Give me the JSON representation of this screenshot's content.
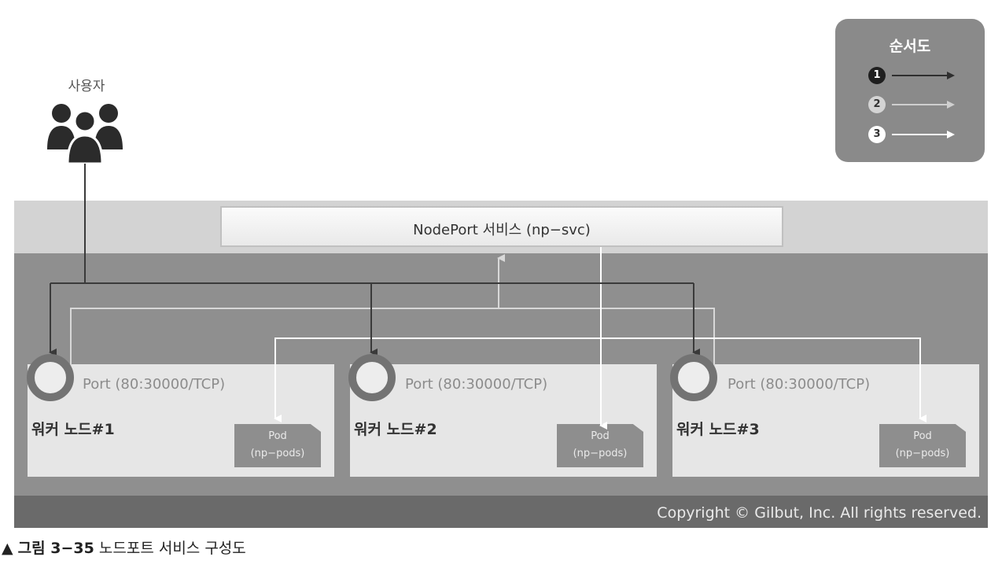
{
  "user": {
    "label": "사용자",
    "icon": "users-icon"
  },
  "legend": {
    "title": "순서도",
    "items": [
      {
        "number": "1",
        "color": "#2f2f2f"
      },
      {
        "number": "2",
        "color": "#cfcfcf"
      },
      {
        "number": "3",
        "color": "#ffffff"
      }
    ]
  },
  "service": {
    "label": "NodePort 서비스 (np−svc)"
  },
  "nodes": [
    {
      "port_label": "Port (80:30000/TCP)",
      "name": "워커 노드#1",
      "pod_label": "Pod",
      "pod_sub": "(np−pods)"
    },
    {
      "port_label": "Port (80:30000/TCP)",
      "name": "워커 노드#2",
      "pod_label": "Pod",
      "pod_sub": "(np−pods)"
    },
    {
      "port_label": "Port (80:30000/TCP)",
      "name": "워커 노드#3",
      "pod_label": "Pod",
      "pod_sub": "(np−pods)"
    }
  ],
  "footer": {
    "copyright": "Copyright © Gilbut, Inc. All rights reserved."
  },
  "caption": {
    "marker": "▲",
    "figure": "그림 3−35",
    "text": "노드포트 서비스 구성도"
  }
}
